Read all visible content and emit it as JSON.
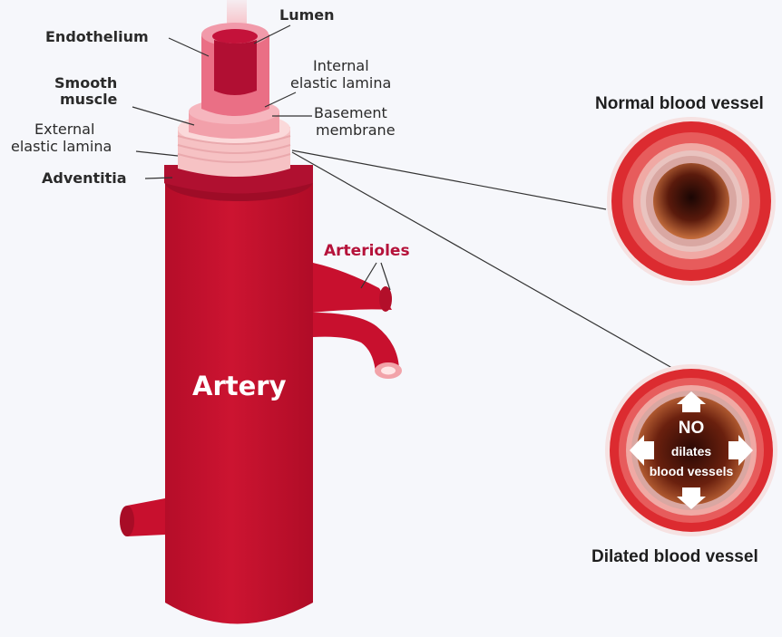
{
  "colors": {
    "artery": "#c8102e",
    "artery_dark": "#9e0c27",
    "layer_pink": "#f4a0a8",
    "layer_light": "#f8c6c6",
    "arterioles_label": "#b5123a",
    "background": "#f6f7fb"
  },
  "labels": {
    "lumen": "Lumen",
    "endothelium": "Endothelium",
    "internal_elastic_lamina_1": "Internal",
    "internal_elastic_lamina_2": "elastic lamina",
    "smooth_muscle_1": "Smooth",
    "smooth_muscle_2": "muscle",
    "basement_membrane_1": "Basement",
    "basement_membrane_2": "membrane",
    "external_elastic_lamina_1": "External",
    "external_elastic_lamina_2": "elastic lamina",
    "adventitia": "Adventitia",
    "arterioles": "Arterioles",
    "artery": "Artery",
    "normal_vessel": "Normal blood vessel",
    "dilated_vessel": "Dilated  blood vessel",
    "no_text": "NO",
    "dilates_text": "dilates",
    "blood_vessels_text": "blood vessels"
  },
  "icons": [
    "up-arrow-icon",
    "down-arrow-icon",
    "left-arrow-icon",
    "right-arrow-icon"
  ]
}
